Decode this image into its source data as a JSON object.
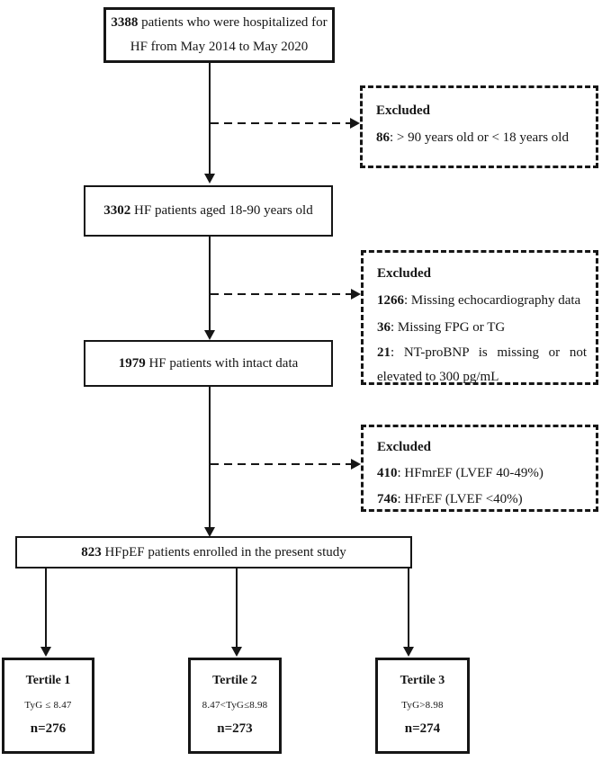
{
  "flow": {
    "box1": {
      "num": "3388",
      "line1_rest": " patients who were hospitalized for",
      "line2": "HF from May 2014 to May 2020"
    },
    "box2": {
      "num": "3302",
      "text": " HF patients aged 18-90 years old"
    },
    "box3": {
      "num": "1979",
      "text": " HF patients with intact data"
    },
    "box4": {
      "num": "823",
      "text": " HFpEF patients enrolled in the present study"
    },
    "excluded1": {
      "title": "Excluded",
      "items": [
        {
          "num": "86",
          "text": ": > 90 years old or < 18 years old"
        }
      ]
    },
    "excluded2": {
      "title": "Excluded",
      "items": [
        {
          "num": "1266",
          "text": ": Missing echocardiography data"
        },
        {
          "num": "36",
          "text": ": Missing FPG or TG"
        },
        {
          "num": "21",
          "text": ": NT-proBNP is missing or not elevated to 300 pg/mL"
        }
      ]
    },
    "excluded3": {
      "title": "Excluded",
      "items": [
        {
          "num": "410",
          "text": ": HFmrEF (LVEF 40-49%)"
        },
        {
          "num": "746",
          "text": ": HFrEF (LVEF <40%)"
        }
      ]
    },
    "tertiles": [
      {
        "title": "Tertile 1",
        "range": "TyG ≤ 8.47",
        "n": "n=276"
      },
      {
        "title": "Tertile 2",
        "range": "8.47<TyG≤8.98",
        "n": "n=273"
      },
      {
        "title": "Tertile 3",
        "range": "TyG>8.98",
        "n": "n=274"
      }
    ],
    "colors": {
      "ink": "#161616",
      "background": "#ffffff"
    }
  }
}
